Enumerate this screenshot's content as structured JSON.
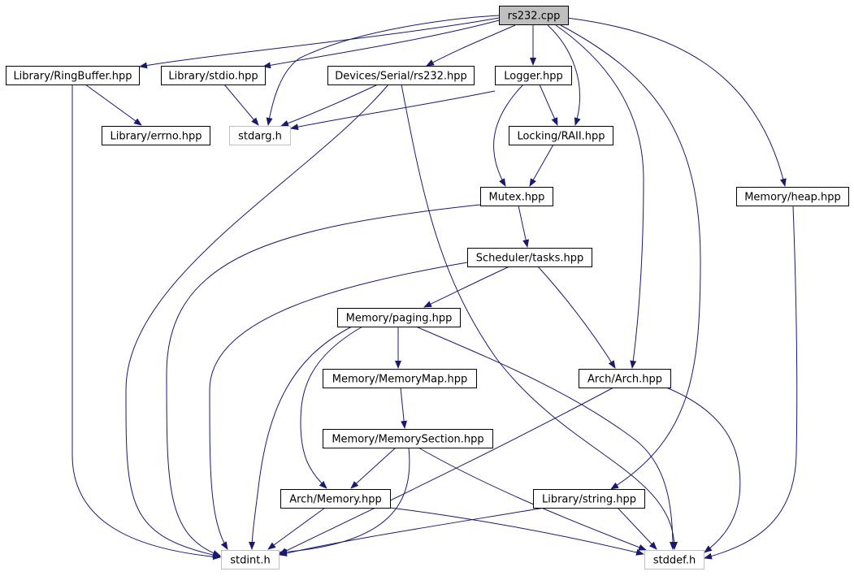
{
  "colors": {
    "edge": "#191970",
    "node_border": "#000000",
    "node_border_external": "#bfbfbf",
    "root_fill": "#bfbfbf",
    "node_fill": "#ffffff",
    "text": "#000000"
  },
  "nodes": [
    {
      "id": "rs232_cpp",
      "label": "rs232.cpp",
      "kind": "root"
    },
    {
      "id": "ringbuffer",
      "label": "Library/RingBuffer.hpp",
      "kind": "header"
    },
    {
      "id": "stdio",
      "label": "Library/stdio.hpp",
      "kind": "header"
    },
    {
      "id": "serial_rs232",
      "label": "Devices/Serial/rs232.hpp",
      "kind": "header"
    },
    {
      "id": "logger",
      "label": "Logger.hpp",
      "kind": "header"
    },
    {
      "id": "errno",
      "label": "Library/errno.hpp",
      "kind": "header"
    },
    {
      "id": "stdarg",
      "label": "stdarg.h",
      "kind": "external"
    },
    {
      "id": "raii",
      "label": "Locking/RAII.hpp",
      "kind": "header"
    },
    {
      "id": "mutex",
      "label": "Mutex.hpp",
      "kind": "header"
    },
    {
      "id": "heap",
      "label": "Memory/heap.hpp",
      "kind": "header"
    },
    {
      "id": "tasks",
      "label": "Scheduler/tasks.hpp",
      "kind": "header"
    },
    {
      "id": "paging",
      "label": "Memory/paging.hpp",
      "kind": "header"
    },
    {
      "id": "memorymap",
      "label": "Memory/MemoryMap.hpp",
      "kind": "header"
    },
    {
      "id": "arch",
      "label": "Arch/Arch.hpp",
      "kind": "header"
    },
    {
      "id": "memorysection",
      "label": "Memory/MemorySection.hpp",
      "kind": "header"
    },
    {
      "id": "archmemory",
      "label": "Arch/Memory.hpp",
      "kind": "header"
    },
    {
      "id": "string",
      "label": "Library/string.hpp",
      "kind": "header"
    },
    {
      "id": "stdint",
      "label": "stdint.h",
      "kind": "external"
    },
    {
      "id": "stddef",
      "label": "stddef.h",
      "kind": "external"
    }
  ],
  "edges": [
    [
      "rs232_cpp",
      "ringbuffer"
    ],
    [
      "rs232_cpp",
      "stdio"
    ],
    [
      "rs232_cpp",
      "serial_rs232"
    ],
    [
      "rs232_cpp",
      "logger"
    ],
    [
      "rs232_cpp",
      "stdarg"
    ],
    [
      "rs232_cpp",
      "raii"
    ],
    [
      "rs232_cpp",
      "arch"
    ],
    [
      "rs232_cpp",
      "heap"
    ],
    [
      "rs232_cpp",
      "string"
    ],
    [
      "ringbuffer",
      "errno"
    ],
    [
      "ringbuffer",
      "stdint"
    ],
    [
      "stdio",
      "stdarg"
    ],
    [
      "serial_rs232",
      "stdarg"
    ],
    [
      "serial_rs232",
      "stdint"
    ],
    [
      "serial_rs232",
      "stddef"
    ],
    [
      "logger",
      "stdarg"
    ],
    [
      "logger",
      "raii"
    ],
    [
      "logger",
      "mutex"
    ],
    [
      "raii",
      "mutex"
    ],
    [
      "mutex",
      "tasks"
    ],
    [
      "mutex",
      "stdint"
    ],
    [
      "heap",
      "stddef"
    ],
    [
      "tasks",
      "paging"
    ],
    [
      "tasks",
      "arch"
    ],
    [
      "tasks",
      "stdint"
    ],
    [
      "paging",
      "memorymap"
    ],
    [
      "paging",
      "archmemory"
    ],
    [
      "paging",
      "stdint"
    ],
    [
      "paging",
      "stddef"
    ],
    [
      "memorymap",
      "memorysection"
    ],
    [
      "memorysection",
      "archmemory"
    ],
    [
      "memorysection",
      "stdint"
    ],
    [
      "memorysection",
      "stddef"
    ],
    [
      "arch",
      "stdint"
    ],
    [
      "arch",
      "stddef"
    ],
    [
      "archmemory",
      "stdint"
    ],
    [
      "archmemory",
      "stddef"
    ],
    [
      "string",
      "stdint"
    ],
    [
      "string",
      "stddef"
    ]
  ]
}
